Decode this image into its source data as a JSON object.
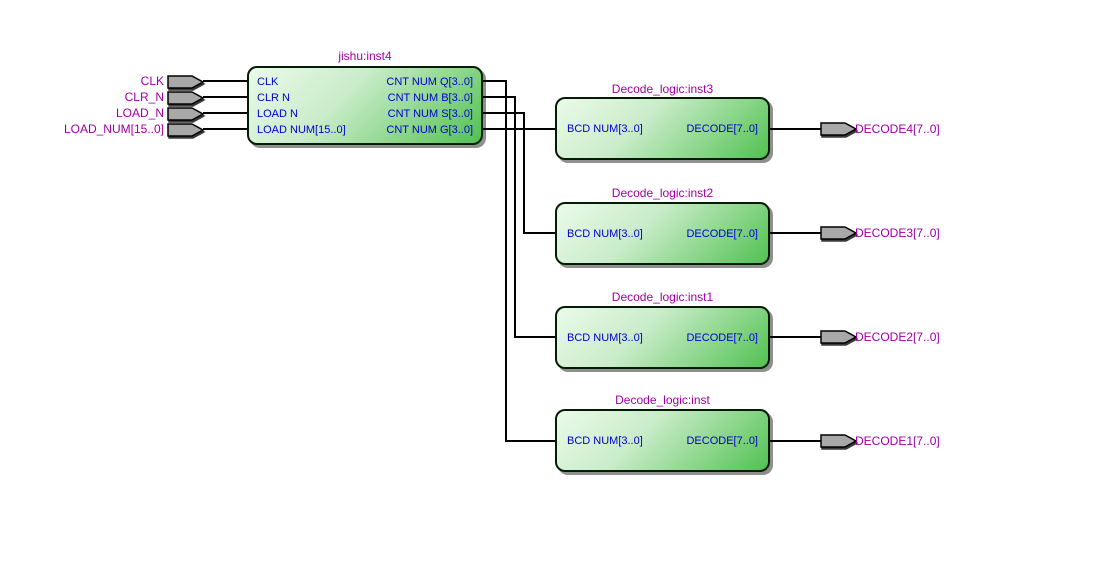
{
  "schematic": {
    "tool_context": "block-diagram netlist view",
    "colors": {
      "background": "#ffffff",
      "pin_label_text": "#a000a0",
      "instance_title_text": "#a000a0",
      "port_text": "#0000d0",
      "block_fill_light": "#eafaea",
      "block_fill_dark": "#52c152",
      "block_border": "#041c04",
      "block_shadow": "#8f8f8f",
      "wire": "#000000",
      "pin_fill": "#a8a8a8"
    },
    "inputs": [
      {
        "label": "CLK"
      },
      {
        "label": "CLR_N"
      },
      {
        "label": "LOAD_N"
      },
      {
        "label": "LOAD_NUM[15..0]"
      }
    ],
    "counter": {
      "title": "jishu:inst4",
      "left_ports": [
        "CLK",
        "CLR N",
        "LOAD N",
        "LOAD NUM[15..0]"
      ],
      "right_ports": [
        "CNT NUM Q[3..0]",
        "CNT NUM B[3..0]",
        "CNT NUM S[3..0]",
        "CNT NUM G[3..0]"
      ]
    },
    "decoders": [
      {
        "title": "Decode_logic:inst3",
        "in_port": "BCD NUM[3..0]",
        "out_port": "DECODE[7..0]",
        "out_label": "DECODE4[7..0]"
      },
      {
        "title": "Decode_logic:inst2",
        "in_port": "BCD NUM[3..0]",
        "out_port": "DECODE[7..0]",
        "out_label": "DECODE3[7..0]"
      },
      {
        "title": "Decode_logic:inst1",
        "in_port": "BCD NUM[3..0]",
        "out_port": "DECODE[7..0]",
        "out_label": "DECODE2[7..0]"
      },
      {
        "title": "Decode_logic:inst",
        "in_port": "BCD NUM[3..0]",
        "out_port": "DECODE[7..0]",
        "out_label": "DECODE1[7..0]"
      }
    ],
    "connections": [
      {
        "from": "jishu:inst4.CNT NUM Q[3..0]",
        "to": "Decode_logic:inst.BCD NUM[3..0]"
      },
      {
        "from": "jishu:inst4.CNT NUM B[3..0]",
        "to": "Decode_logic:inst1.BCD NUM[3..0]"
      },
      {
        "from": "jishu:inst4.CNT NUM S[3..0]",
        "to": "Decode_logic:inst2.BCD NUM[3..0]"
      },
      {
        "from": "jishu:inst4.CNT NUM G[3..0]",
        "to": "Decode_logic:inst3.BCD NUM[3..0]"
      }
    ]
  }
}
